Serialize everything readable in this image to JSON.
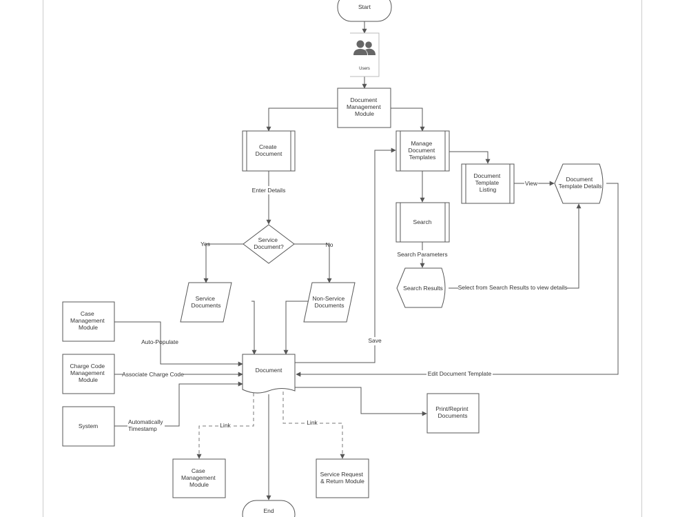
{
  "colors": {
    "line": "#555555",
    "text": "#333333",
    "border": "#cccccc",
    "icon": "#666666"
  },
  "nodes": {
    "start": [
      "Start"
    ],
    "users": [
      "Users"
    ],
    "dms": [
      "Document",
      "Management",
      "Module"
    ],
    "create_doc": [
      "Create",
      "Document"
    ],
    "manage_tpl": [
      "Manage",
      "Document",
      "Templates"
    ],
    "tpl_listing": [
      "Document",
      "Template",
      "Listing"
    ],
    "tpl_details": [
      "Document",
      "Template Details"
    ],
    "decision": [
      "Service",
      "Document?"
    ],
    "search": [
      "Search"
    ],
    "search_results": [
      "Search Results"
    ],
    "service_docs": [
      "Service",
      "Documents"
    ],
    "non_service_docs": [
      "Non-Service",
      "Documents"
    ],
    "case_mgmt_in": [
      "Case",
      "Management",
      "Module"
    ],
    "charge_code": [
      "Charge Code",
      "Management",
      "Module"
    ],
    "system": [
      "System"
    ],
    "document": [
      "Document"
    ],
    "print": [
      "Print/Reprint",
      "Documents"
    ],
    "case_mgmt_out": [
      "Case",
      "Management",
      "Module"
    ],
    "service_req": [
      "Service Request",
      "& Return Module"
    ],
    "end": [
      "End"
    ]
  },
  "edge_labels": {
    "enter_details": "Enter Details",
    "yes": "Yes",
    "no": "No",
    "search_params": "Search Parameters",
    "select_results": "Select from Search Results to view details",
    "view": "View",
    "auto_populate": "Auto-Populate",
    "associate_charge": "Associate Charge Code",
    "auto_timestamp": [
      "Automatically",
      "Timestamp"
    ],
    "save": "Save",
    "edit_template": "Edit Document Template",
    "link_left": "Link",
    "link_right": "Link"
  }
}
